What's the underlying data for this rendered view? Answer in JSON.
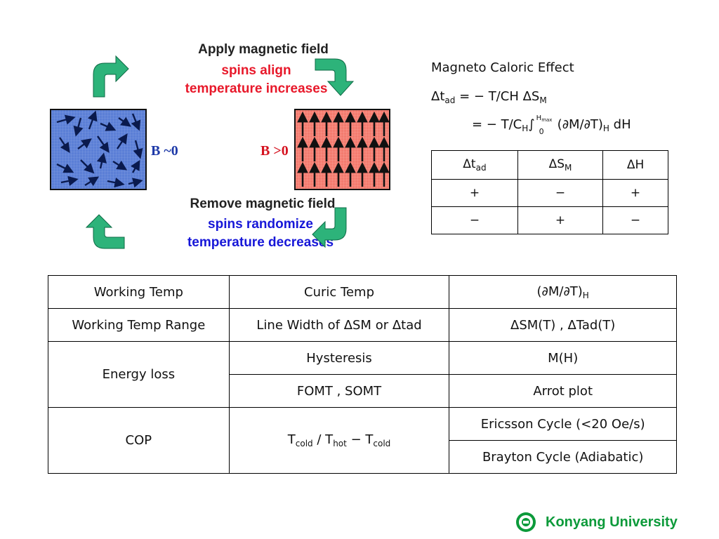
{
  "figure": {
    "top_title": "Apply magnetic field",
    "top_line2": "spins align",
    "top_line3": "temperature increases",
    "bottom_title": "Remove magnetic field",
    "bottom_line2": "spins randomize",
    "bottom_line3": "temperature decreases",
    "left_label": "B ~0",
    "right_label": "B >0",
    "colors": {
      "blue_box": "#5b7fd6",
      "red_box": "#f47b6f",
      "arrow": "#2db37a",
      "red_text": "#e8182a",
      "blue_text": "#1717d8"
    }
  },
  "mce": {
    "title": "Magneto Caloric Effect",
    "eq1_lhs_sym": "Δt",
    "eq1_lhs_sub": "ad",
    "eq1_rhs": " = − T/CH ΔS",
    "eq1_rhs_sub": "M",
    "eq2_prefix": "= − T/C",
    "eq2_prefix_sub": "H",
    "eq2_integral": "∫",
    "eq2_upper": "H",
    "eq2_upper_sub": "max",
    "eq2_lower": "0",
    "eq2_term": "(∂M/∂T)",
    "eq2_term_sub": "H",
    "eq2_tail": " dH"
  },
  "sign_table": {
    "headers": [
      {
        "sym": "Δt",
        "sub": "ad"
      },
      {
        "sym": "ΔS",
        "sub": "M"
      },
      {
        "sym": "ΔH",
        "sub": ""
      }
    ],
    "rows": [
      [
        "+",
        "−",
        "+"
      ],
      [
        "−",
        "+",
        "−"
      ]
    ]
  },
  "main_table": {
    "r1": {
      "c1": "Working Temp",
      "c2": "Curic Temp",
      "c3_sym": "(∂M/∂T)",
      "c3_sub": "H"
    },
    "r2": {
      "c1": "Working Temp Range",
      "c2": "Line Width of ΔSM or Δtad",
      "c3": "ΔSM(T) , ΔTad(T)"
    },
    "r3": {
      "c1": "Energy loss",
      "c2a": "Hysteresis",
      "c3a": "M(H)",
      "c2b": "FOMT , SOMT",
      "c3b": "Arrot plot"
    },
    "r4": {
      "c1": "COP",
      "c2_t1": "T",
      "c2_s1": "cold",
      "c2_mid": " / T",
      "c2_s2": "hot",
      "c2_minus": " − T",
      "c2_s3": "cold",
      "c3a": "Ericsson Cycle (<20 Oe/s)",
      "c3b": "Brayton Cycle (Adiabatic)"
    }
  },
  "footer": {
    "university": "Konyang University",
    "logo_color": "#0c9a3a"
  }
}
